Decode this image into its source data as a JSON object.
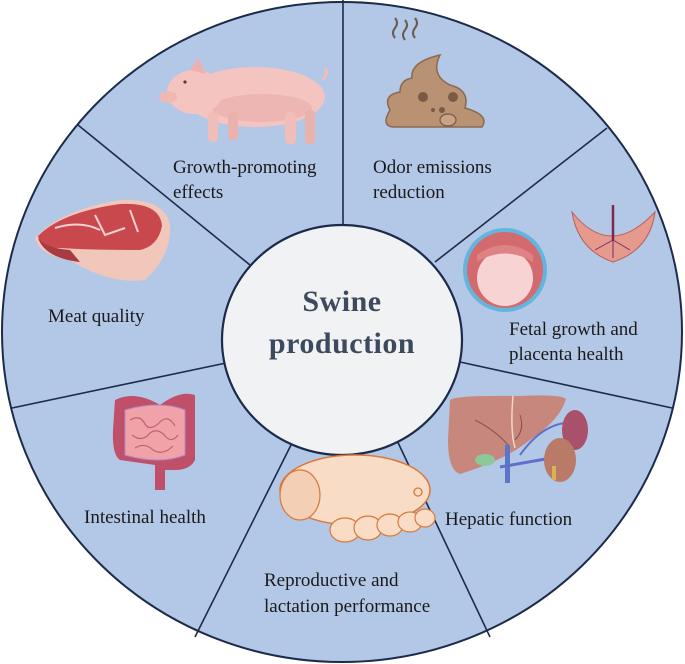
{
  "center": {
    "line1": "Swine",
    "line2": "production"
  },
  "segments": [
    {
      "id": "growth",
      "icon": "pig-icon",
      "line1": "Growth-promoting",
      "line2": "effects"
    },
    {
      "id": "odor",
      "icon": "poop-icon",
      "line1": "Odor emissions",
      "line2": "reduction"
    },
    {
      "id": "fetal",
      "icon": "placenta-embryo-icon",
      "line1": "Fetal growth and",
      "line2": "placenta health"
    },
    {
      "id": "hepatic",
      "icon": "liver-kidney-icon",
      "line1": "Hepatic function",
      "line2": ""
    },
    {
      "id": "reproductive",
      "icon": "sow-nursing-piglets-icon",
      "line1": "Reproductive and",
      "line2": "lactation performance"
    },
    {
      "id": "intestinal",
      "icon": "intestine-icon",
      "line1": "Intestinal health",
      "line2": ""
    },
    {
      "id": "meat",
      "icon": "meat-steak-icon",
      "line1": "Meat quality",
      "line2": ""
    }
  ],
  "colors": {
    "ring_fill": "#b3c7e6",
    "ring_stroke": "#1c2b4a",
    "center_fill": "#f1f2f4",
    "center_text": "#3d4a5e"
  }
}
